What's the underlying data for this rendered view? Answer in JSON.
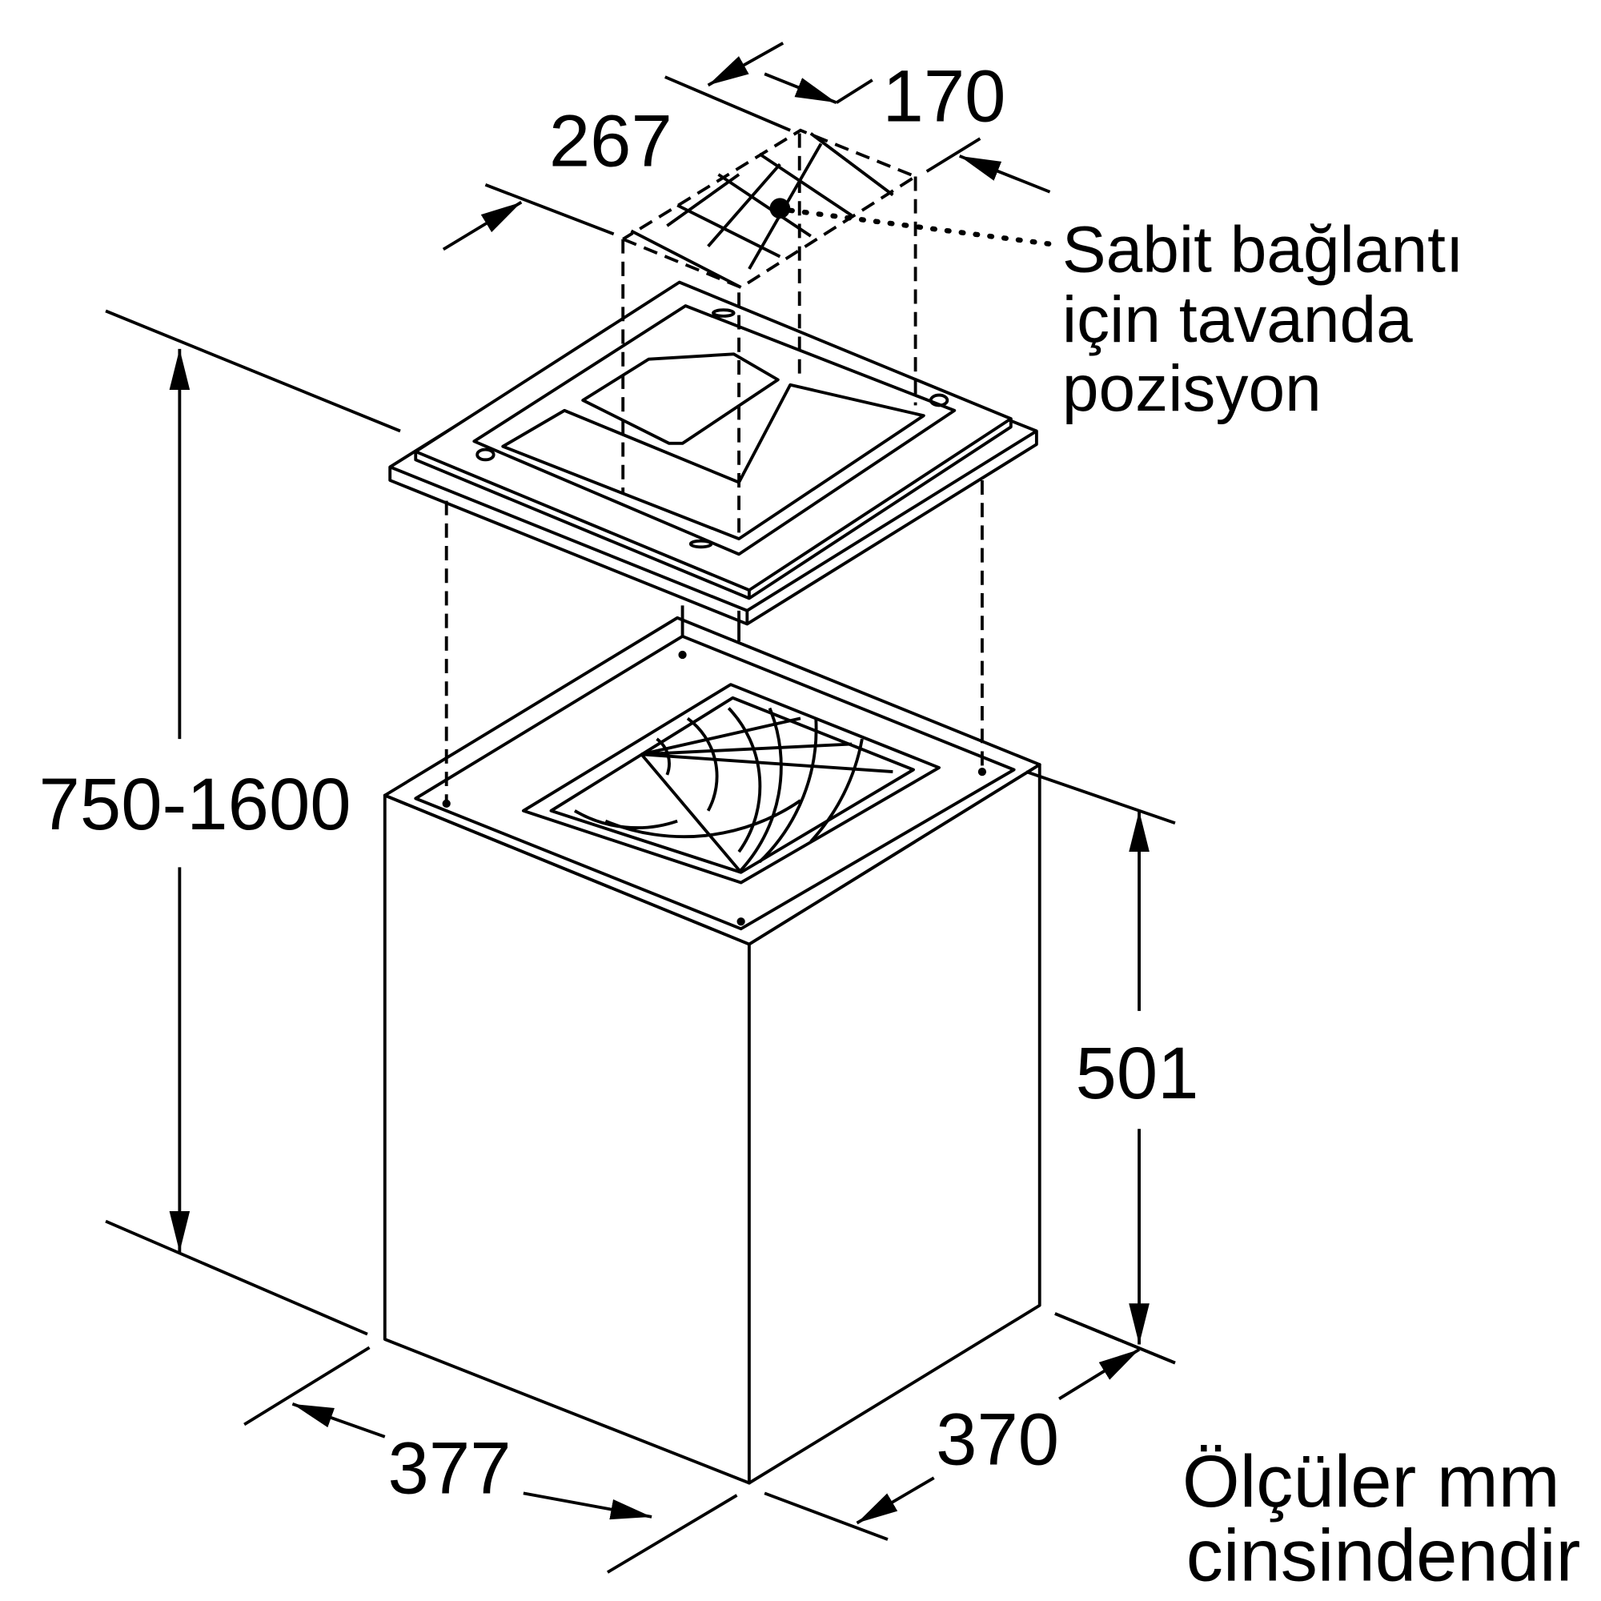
{
  "dimensions": {
    "height_range": "750-1600",
    "box_height": "501",
    "box_width": "377",
    "box_depth": "370",
    "duct_width": "267",
    "duct_depth": "170"
  },
  "annotation": {
    "lines": [
      "Sabit bağlantı",
      "için tavanda",
      "pozisyon"
    ]
  },
  "units_note": {
    "lines": [
      "Ölçüler mm",
      "cinsindendir"
    ]
  },
  "colors": {
    "line": "#000000",
    "background": "#ffffff"
  }
}
